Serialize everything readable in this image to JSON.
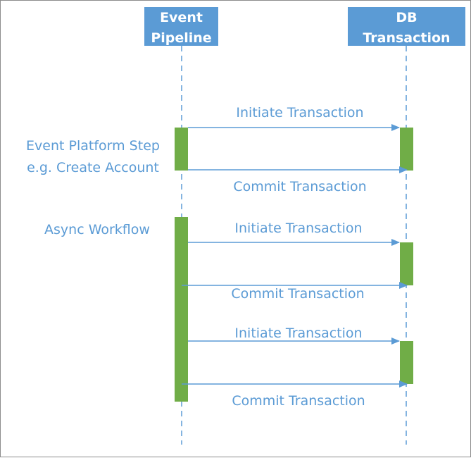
{
  "colors": {
    "header_fill": "#5b9bd5",
    "header_text": "#ffffff",
    "lifeline": "#5b9bd5",
    "activation": "#70ad47",
    "arrow": "#5b9bd5",
    "label_text": "#5b9bd5"
  },
  "participants": [
    {
      "line1": "Event",
      "line2": "Pipeline"
    },
    {
      "line1": "DB",
      "line2": "Transaction"
    }
  ],
  "messages": [
    {
      "label": "Initiate Transaction",
      "direction": "right"
    },
    {
      "label": "Commit Transaction",
      "direction": "right"
    },
    {
      "label": "Initiate Transaction",
      "direction": "right"
    },
    {
      "label": "Commit Transaction",
      "direction": "right"
    },
    {
      "label": "Initiate Transaction",
      "direction": "right"
    },
    {
      "label": "Commit Transaction",
      "direction": "right"
    }
  ],
  "notes": {
    "step": {
      "line1": "Event Platform Step",
      "line2": "e.g. Create Account"
    },
    "async": {
      "line1": "Async Workflow"
    }
  }
}
